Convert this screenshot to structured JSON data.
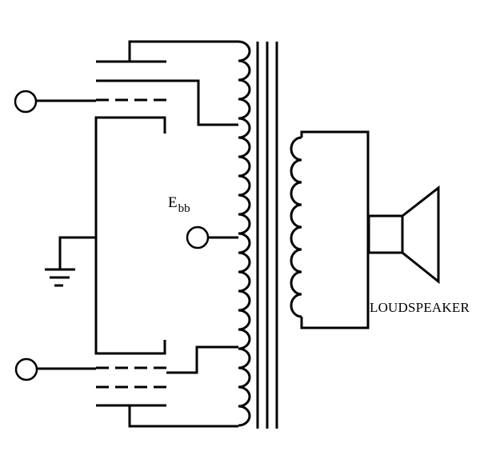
{
  "labels": {
    "supply": "E",
    "supply_subscript": "bb",
    "speaker": "LOUDSPEAKER"
  },
  "colors": {
    "line": "#000000",
    "background": "#ffffff"
  }
}
